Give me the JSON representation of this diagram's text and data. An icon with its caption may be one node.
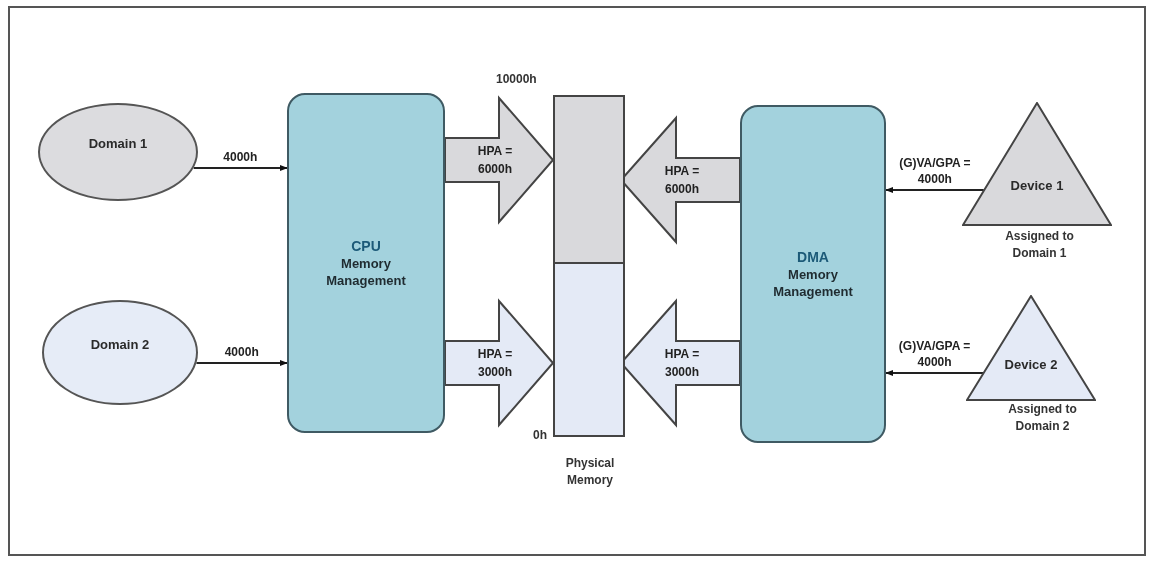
{
  "diagram": {
    "nodes": [
      {
        "text": [
          "Domain 1"
        ]
      },
      {
        "text": [
          "Domain 2"
        ]
      },
      {
        "text": [
          "CPU",
          "Memory Management"
        ]
      },
      {
        "text": [],
        "shape": "box",
        "beside": [
          "Physical Memory"
        ]
      },
      {
        "text": [],
        "shape": "box",
        "in": 3
      },
      {
        "text": [],
        "shape": "box",
        "in": 3
      },
      {
        "text": [
          "DMA",
          "Memory Management"
        ]
      },
      {
        "text": [
          "Device 1"
        ],
        "beside": [
          "Assigned to Domain 1"
        ]
      },
      {
        "text": [
          "Device 2"
        ],
        "beside": [
          "Assigned to Domain 2"
        ]
      }
    ],
    "edges": [
      {
        "from": 0,
        "to": 2,
        "arrow": "to",
        "label": "4000h"
      },
      {
        "from": 1,
        "to": 2,
        "arrow": "to",
        "label": "4000h"
      },
      {
        "from": 2,
        "to": 4,
        "arrow": "to",
        "label": "HPA = 6000h",
        "style": "thick",
        "color": "#d9d9dc"
      },
      {
        "from": 2,
        "to": 5,
        "arrow": "to",
        "label": "HPA = 3000h",
        "style": "thick",
        "color": "#e4eaf6"
      },
      {
        "from": 6,
        "to": 4,
        "arrow": "to",
        "label": "HPA = 6000h",
        "style": "thick",
        "color": "#d9d9dc"
      },
      {
        "from": 6,
        "to": 5,
        "arrow": "to",
        "label": "HPA = 3000h",
        "style": "thick",
        "color": "#e4eaf6"
      },
      {
        "from": 7,
        "to": 6,
        "arrow": "to",
        "label": "(G)VA/GPA = 4000h"
      },
      {
        "from": 8,
        "to": 6,
        "arrow": "to",
        "label": "(G)VA/GPA = 4000h"
      }
    ],
    "labels": [
      "10000h",
      "0h"
    ]
  }
}
